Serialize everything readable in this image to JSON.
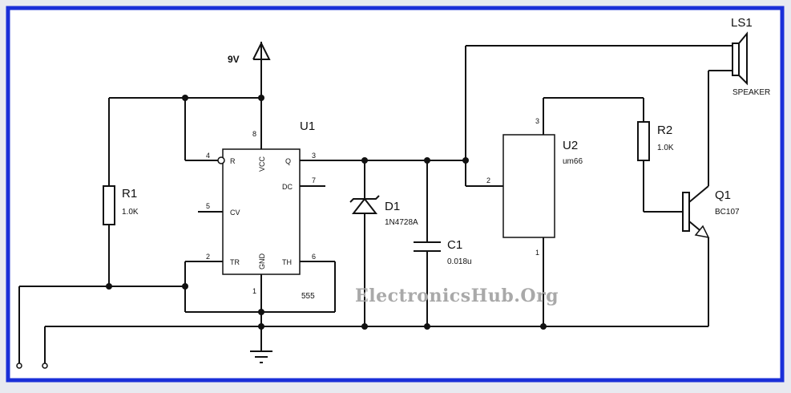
{
  "colors": {
    "border": "#1a2fd8",
    "background": "#ffffff",
    "wire": "#111111",
    "watermark": "#a9a9a9"
  },
  "supply": {
    "label": "9V",
    "icon": "power-arrow-icon"
  },
  "u1": {
    "ref": "U1",
    "part": "555",
    "pins": {
      "p4": "4",
      "p8": "8",
      "p3": "3",
      "p7": "7",
      "p5": "5",
      "p2": "2",
      "p6": "6",
      "p1": "1",
      "r": "R",
      "vcc": "VCC",
      "q": "Q",
      "dc": "DC",
      "cv": "CV",
      "tr": "TR",
      "gnd": "GND",
      "th": "TH"
    }
  },
  "r1": {
    "ref": "R1",
    "value": "1.0K"
  },
  "d1": {
    "ref": "D1",
    "value": "1N4728A"
  },
  "c1": {
    "ref": "C1",
    "value": "0.018u"
  },
  "u2": {
    "ref": "U2",
    "value": "um66",
    "pins": {
      "p2": "2",
      "p3": "3",
      "p1": "1"
    }
  },
  "r2": {
    "ref": "R2",
    "value": "1.0K"
  },
  "q1": {
    "ref": "Q1",
    "value": "BC107"
  },
  "ls1": {
    "ref": "LS1",
    "value": "SPEAKER"
  },
  "watermark": "ElectronicsHub.Org"
}
